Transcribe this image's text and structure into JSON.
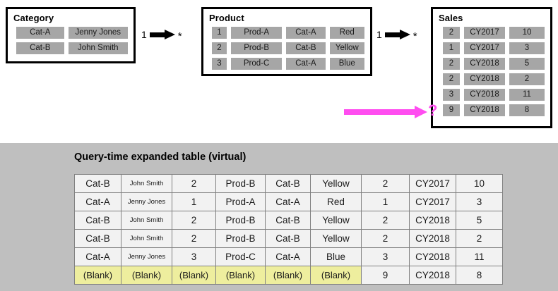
{
  "model": {
    "entities": [
      {
        "name": "Category",
        "rows": [
          [
            "Cat-A",
            "Jenny Jones"
          ],
          [
            "Cat-B",
            "John Smith"
          ]
        ]
      },
      {
        "name": "Product",
        "rows": [
          [
            "1",
            "Prod-A",
            "Cat-A",
            "Red"
          ],
          [
            "2",
            "Prod-B",
            "Cat-B",
            "Yellow"
          ],
          [
            "3",
            "Prod-C",
            "Cat-A",
            "Blue"
          ]
        ]
      },
      {
        "name": "Sales",
        "rows": [
          [
            "2",
            "CY2017",
            "10"
          ],
          [
            "1",
            "CY2017",
            "3"
          ],
          [
            "2",
            "CY2018",
            "5"
          ],
          [
            "2",
            "CY2018",
            "2"
          ],
          [
            "3",
            "CY2018",
            "11"
          ],
          [
            "9",
            "CY2018",
            "8"
          ]
        ]
      }
    ],
    "relationships": [
      {
        "from_cardinality": "1",
        "to_cardinality": "*"
      },
      {
        "from_cardinality": "1",
        "to_cardinality": "*"
      }
    ],
    "annotation": {
      "question_mark": "?",
      "arrow_color": "#ff4df0"
    }
  },
  "expanded": {
    "title": "Query-time expanded table (virtual)",
    "rows": [
      [
        "Cat-B",
        "John Smith",
        "2",
        "Prod-B",
        "Cat-B",
        "Yellow",
        "2",
        "CY2017",
        "10"
      ],
      [
        "Cat-A",
        "Jenny Jones",
        "1",
        "Prod-A",
        "Cat-A",
        "Red",
        "1",
        "CY2017",
        "3"
      ],
      [
        "Cat-B",
        "John Smith",
        "2",
        "Prod-B",
        "Cat-B",
        "Yellow",
        "2",
        "CY2018",
        "5"
      ],
      [
        "Cat-B",
        "John Smith",
        "2",
        "Prod-B",
        "Cat-B",
        "Yellow",
        "2",
        "CY2018",
        "2"
      ],
      [
        "Cat-A",
        "Jenny Jones",
        "3",
        "Prod-C",
        "Cat-A",
        "Blue",
        "3",
        "CY2018",
        "11"
      ],
      [
        "(Blank)",
        "(Blank)",
        "(Blank)",
        "(Blank)",
        "(Blank)",
        "(Blank)",
        "9",
        "CY2018",
        "8"
      ]
    ],
    "blank_row_index": 5,
    "blank_cell_count": 6,
    "blank_highlight_color": "#eeee9e"
  }
}
